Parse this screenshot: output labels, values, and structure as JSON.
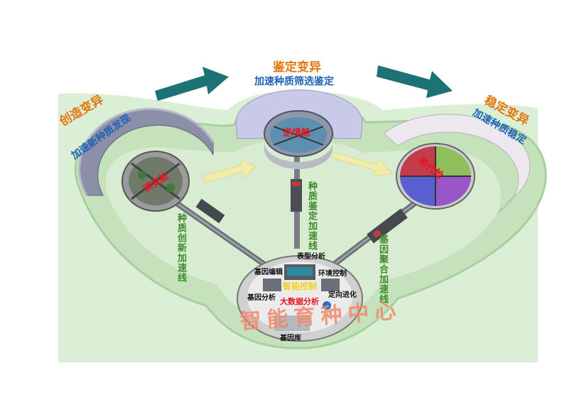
{
  "stages": {
    "left": {
      "title": "创造变异",
      "subtitle": "加速新种质发现"
    },
    "top": {
      "title": "鉴定变异",
      "subtitle": "加速种质筛选鉴定"
    },
    "right": {
      "title": "稳定变异",
      "subtitle": "加速种质稳定"
    }
  },
  "pods": {
    "left": {
      "label": "诱变舱"
    },
    "top": {
      "label": "逆境舱"
    },
    "right": {
      "label": "新代舱"
    }
  },
  "lines": {
    "left": {
      "label": "种质创新加速线"
    },
    "center": {
      "label": "种质鉴定加速线"
    },
    "right": {
      "label": "基因聚合加速线"
    }
  },
  "hub": {
    "title": "智能育种中心",
    "control": "智能控制",
    "big_data": "大数据分析",
    "modules": {
      "phenotype": "表型分析",
      "gene_edit": "基因编辑",
      "env_control": "环境控制",
      "gene_analysis": "基因分析",
      "directed_evolution": "定向进化",
      "gene_bank": "基因库"
    }
  },
  "colors": {
    "platform": "#cfe6c8",
    "platform_edge": "#b7d8ae",
    "arrow_teal": "#1d7276",
    "arrow_yellow": "#f2ecaa",
    "pod_left_ring": "#8b8fa8",
    "pod_top_ring": "#c9c9ea",
    "pod_right_ring": "#e8e4ec"
  }
}
